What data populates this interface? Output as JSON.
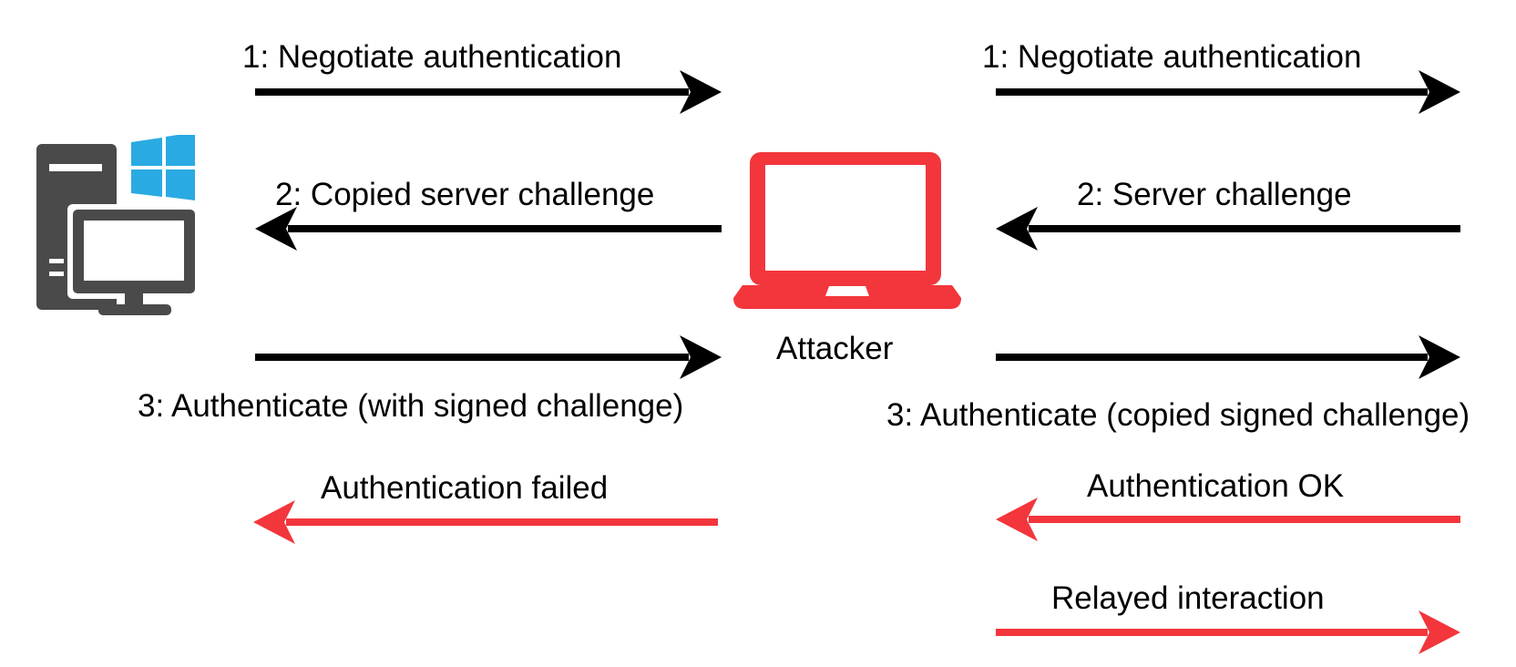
{
  "colors": {
    "black_arrow": "#000000",
    "red_arrow": "#f2363c",
    "laptop_red": "#f2363c",
    "pc_gray": "#4a4a4a",
    "windows_blue": "#2aaae2"
  },
  "icons": {
    "client": "windows-pc-icon",
    "attacker": "laptop-icon"
  },
  "attacker_label": "Attacker",
  "left_flow": {
    "negotiate": "1: Negotiate authentication",
    "challenge": "2: Copied server challenge",
    "authenticate": "3: Authenticate (with signed challenge)",
    "result": "Authentication failed"
  },
  "right_flow": {
    "negotiate": "1: Negotiate authentication",
    "challenge": "2: Server challenge",
    "authenticate": "3: Authenticate (copied signed challenge)",
    "result": "Authentication OK",
    "relay": "Relayed interaction"
  }
}
